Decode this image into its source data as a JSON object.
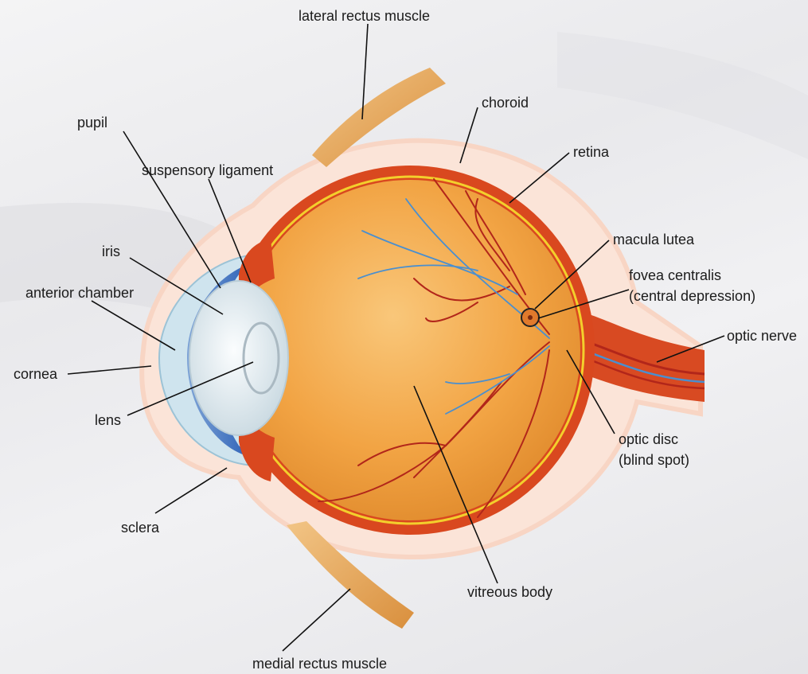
{
  "colors": {
    "background": "#ededef",
    "sclera_glow": "#fbe6dc",
    "choroid": "#d9481f",
    "retina_line": "#f3cf2c",
    "vitreous": "#f2a444",
    "iris": "#2a5fb6",
    "cornea": "#bcdcea",
    "lens": "#e3eef3",
    "muscle": "#e3a352",
    "artery": "#b2261a",
    "vein": "#4a8fcf"
  },
  "labels": {
    "lateral_rectus_muscle": "lateral rectus muscle",
    "choroid": "choroid",
    "pupil": "pupil",
    "retina": "retina",
    "suspensory_ligament": "suspensory ligament",
    "macula_lutea": "macula lutea",
    "iris": "iris",
    "fovea_centralis_1": "fovea centralis",
    "fovea_centralis_2": "(central depression)",
    "anterior_chamber": "anterior chamber",
    "optic_nerve": "optic nerve",
    "cornea": "cornea",
    "lens": "lens",
    "optic_disc_1": "optic disc",
    "optic_disc_2": "(blind spot)",
    "sclera": "sclera",
    "vitreous_body": "vitreous body",
    "medial_rectus_muscle": "medial rectus muscle"
  }
}
